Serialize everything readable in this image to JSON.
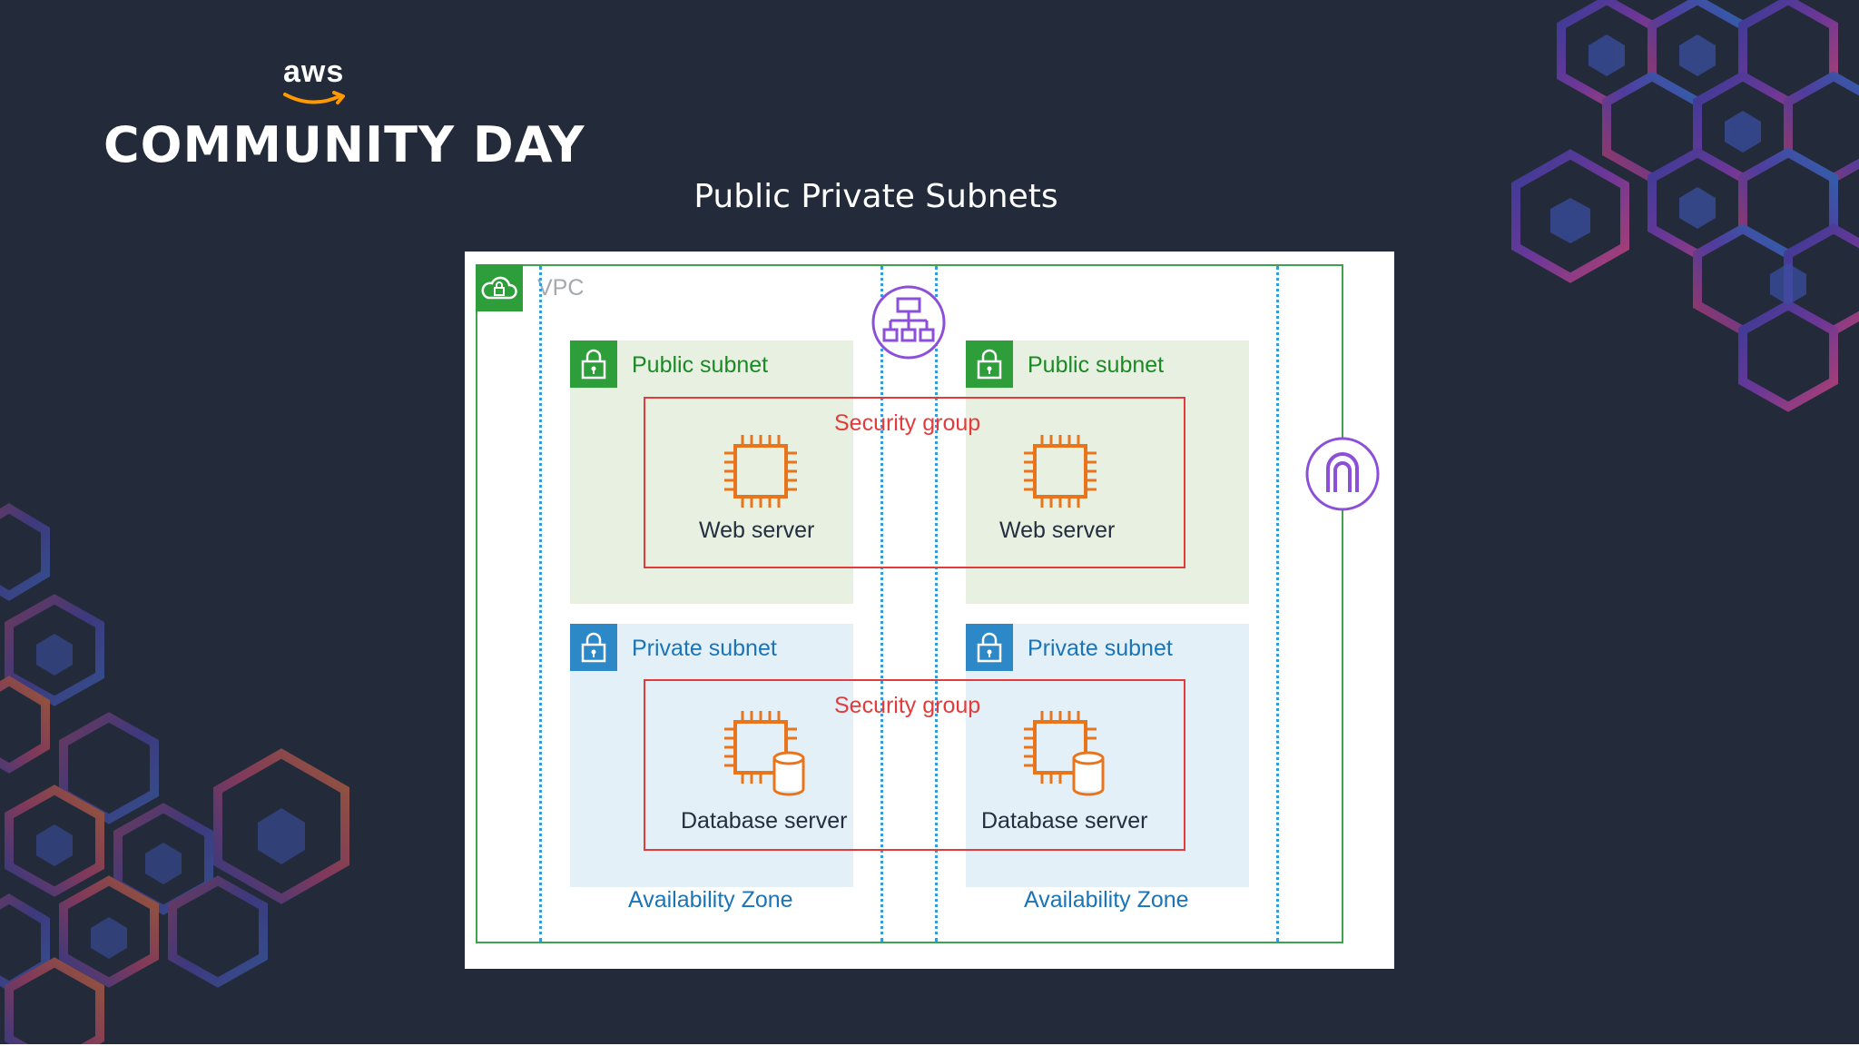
{
  "brand": {
    "logo_text": "aws",
    "event_name": "COMMUNITY DAY"
  },
  "slide": {
    "title": "Public Private Subnets"
  },
  "diagram": {
    "vpc_label": "VPC",
    "zones": [
      {
        "label": "Availability Zone",
        "public_subnet": {
          "label": "Public subnet",
          "server_label": "Web server"
        },
        "private_subnet": {
          "label": "Private subnet",
          "server_label": "Database server"
        }
      },
      {
        "label": "Availability Zone",
        "public_subnet": {
          "label": "Public subnet",
          "server_label": "Web server"
        },
        "private_subnet": {
          "label": "Private subnet",
          "server_label": "Database server"
        }
      }
    ],
    "security_group_label": "Security group",
    "icons": [
      "vpc-cloud-icon",
      "load-balancer-icon",
      "internet-gateway-icon",
      "lock-icon",
      "ec2-chip-icon",
      "database-server-icon"
    ],
    "colors": {
      "background": "#232b3b",
      "vpc_border": "#3fa34d",
      "public_green": "#2e9e3a",
      "private_blue": "#2d88c8",
      "security_red": "#e23b3b",
      "compute_orange": "#e8741c",
      "network_purple": "#8c4fd9"
    }
  }
}
